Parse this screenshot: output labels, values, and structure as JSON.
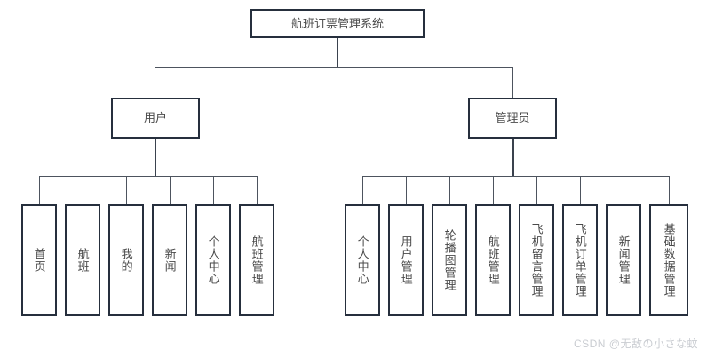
{
  "diagram": {
    "title": "航班订票管理系统",
    "root": {
      "label": "航班订票管理系统"
    },
    "branches": [
      {
        "label": "用户",
        "children": [
          {
            "label": "首页"
          },
          {
            "label": "航班"
          },
          {
            "label": "我的"
          },
          {
            "label": "新闻"
          },
          {
            "label": "个人中心"
          },
          {
            "label": "航班管理"
          }
        ]
      },
      {
        "label": "管理员",
        "children": [
          {
            "label": "个人中心"
          },
          {
            "label": "用户管理"
          },
          {
            "label": "轮播图管理"
          },
          {
            "label": "航班管理"
          },
          {
            "label": "飞机留言管理"
          },
          {
            "label": "飞机订单管理"
          },
          {
            "label": "新闻管理"
          },
          {
            "label": "基础数据管理"
          }
        ]
      }
    ]
  },
  "watermark": {
    "text": "CSDN @无敌の小さな蚊"
  },
  "colors": {
    "box_border": "#262f3d",
    "connector": "#4d545e",
    "text": "#4a4a4a",
    "background": "#ffffff",
    "watermark": "#c9ccd1"
  }
}
